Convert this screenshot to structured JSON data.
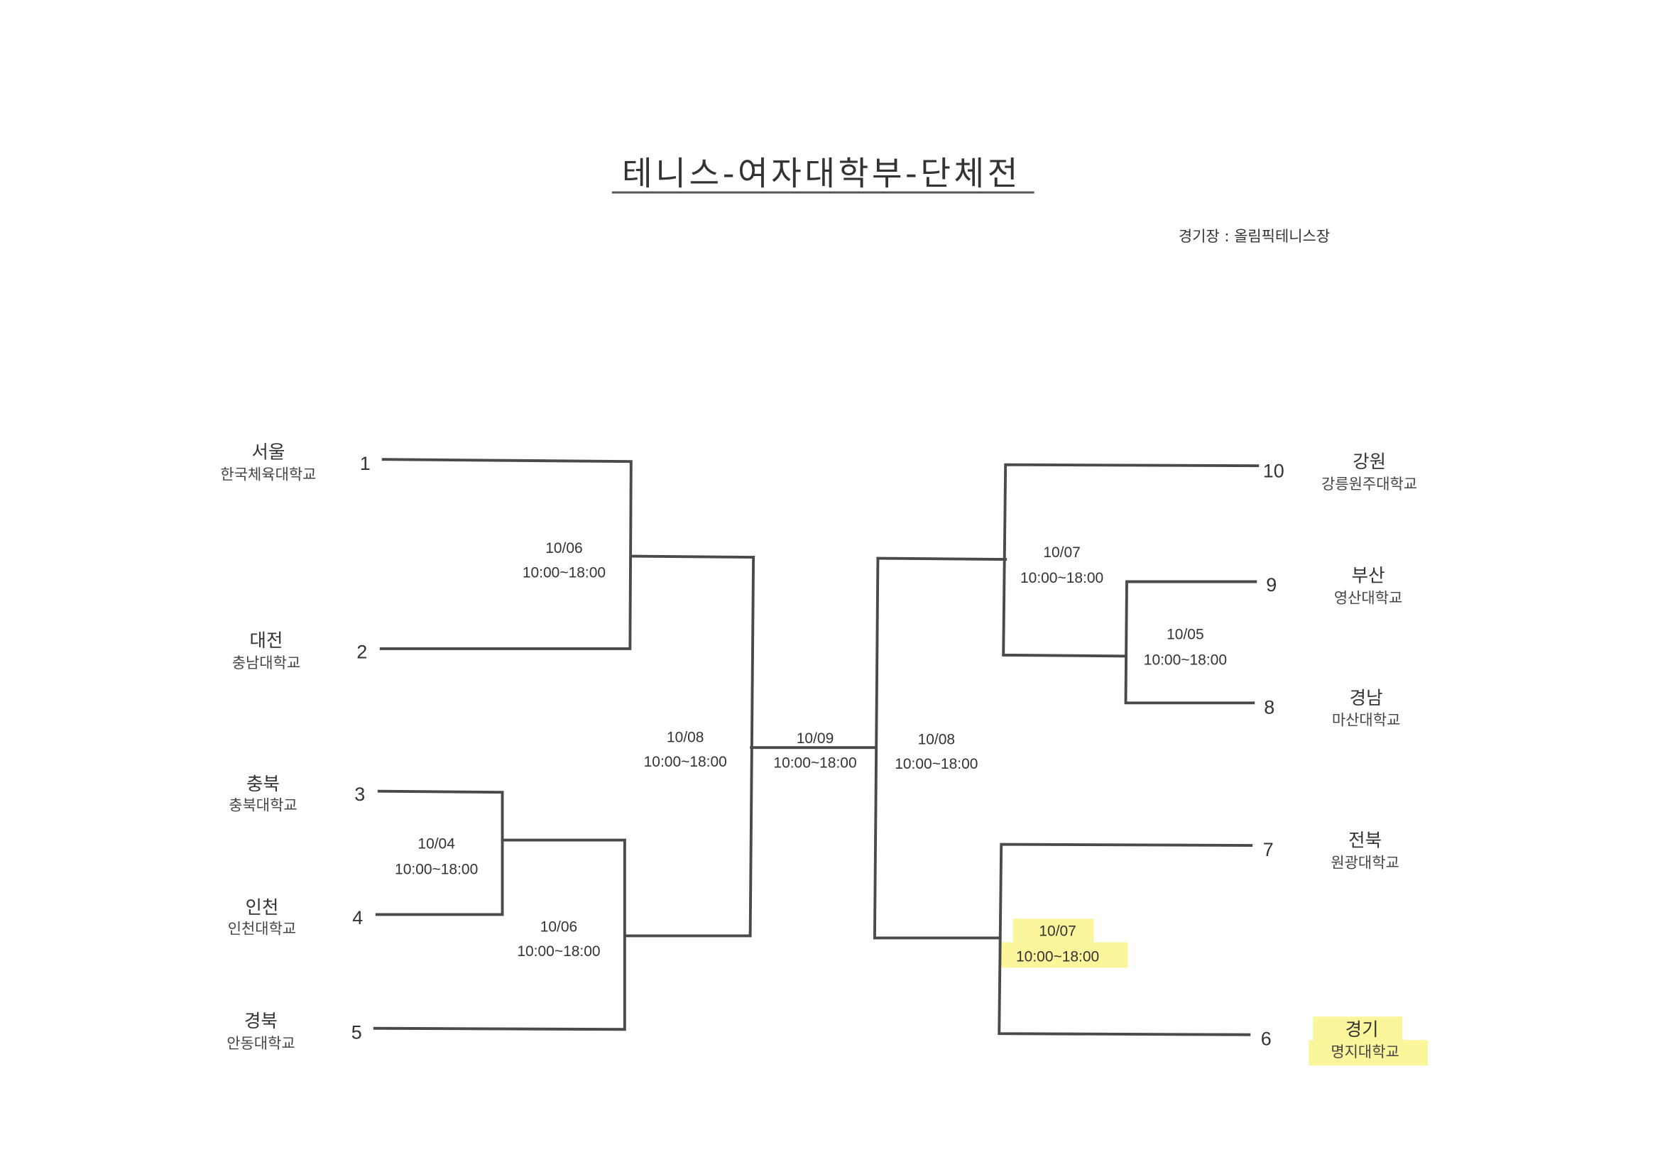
{
  "title": "테니스-여자대학부-단체전",
  "venue": "경기장 : 올림픽테니스장",
  "highlight_color": "#fbf59b",
  "teams": [
    {
      "seed": "1",
      "region": "서울",
      "school": "한국체육대학교"
    },
    {
      "seed": "2",
      "region": "대전",
      "school": "충남대학교"
    },
    {
      "seed": "3",
      "region": "충북",
      "school": "충북대학교"
    },
    {
      "seed": "4",
      "region": "인천",
      "school": "인천대학교"
    },
    {
      "seed": "5",
      "region": "경북",
      "school": "안동대학교"
    },
    {
      "seed": "6",
      "region": "경기",
      "school": "명지대학교"
    },
    {
      "seed": "7",
      "region": "전북",
      "school": "원광대학교"
    },
    {
      "seed": "8",
      "region": "경남",
      "school": "마산대학교"
    },
    {
      "seed": "9",
      "region": "부산",
      "school": "영산대학교"
    },
    {
      "seed": "10",
      "region": "강원",
      "school": "강릉원주대학교"
    }
  ],
  "matches": {
    "m_1_2": {
      "date": "10/06",
      "time": "10:00~18:00"
    },
    "m_3_4": {
      "date": "10/04",
      "time": "10:00~18:00"
    },
    "m_34_5": {
      "date": "10/06",
      "time": "10:00~18:00"
    },
    "m_left_semi": {
      "date": "10/08",
      "time": "10:00~18:00"
    },
    "m_final": {
      "date": "10/09",
      "time": "10:00~18:00"
    },
    "m_right_semi": {
      "date": "10/08",
      "time": "10:00~18:00"
    },
    "m_10_89": {
      "date": "10/07",
      "time": "10:00~18:00"
    },
    "m_9_8": {
      "date": "10/05",
      "time": "10:00~18:00"
    },
    "m_7_6": {
      "date": "10/07",
      "time": "10:00~18:00"
    }
  }
}
